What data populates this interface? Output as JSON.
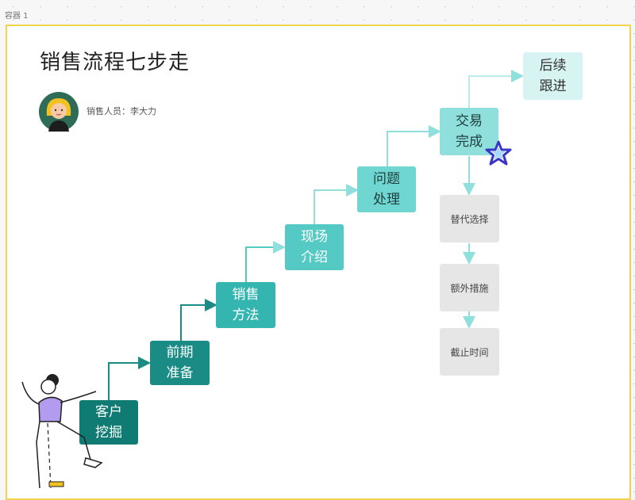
{
  "container_label": "容器 1",
  "title": "销售流程七步走",
  "salesperson": "销售人员：李大力",
  "steps": [
    {
      "label": "客户\n挖掘",
      "color": "#0f7b73"
    },
    {
      "label": "前期\n准备",
      "color": "#1a8c85"
    },
    {
      "label": "销售\n方法",
      "color": "#34b5b0"
    },
    {
      "label": "现场\n介绍",
      "color": "#55c9c4"
    },
    {
      "label": "问题\n处理",
      "color": "#6fd6d2"
    },
    {
      "label": "交易\n完成",
      "color": "#8fe0dc"
    },
    {
      "label": "后续\n跟进",
      "color": "#d7f4f3"
    }
  ],
  "sub_steps": [
    "替代选择",
    "额外措施",
    "截止时间"
  ],
  "colors": {
    "frame_border": "#f3d24e",
    "connector_dark": "#1a8c85",
    "connector_light": "#8fe0dc",
    "star": "#3a35c6"
  }
}
